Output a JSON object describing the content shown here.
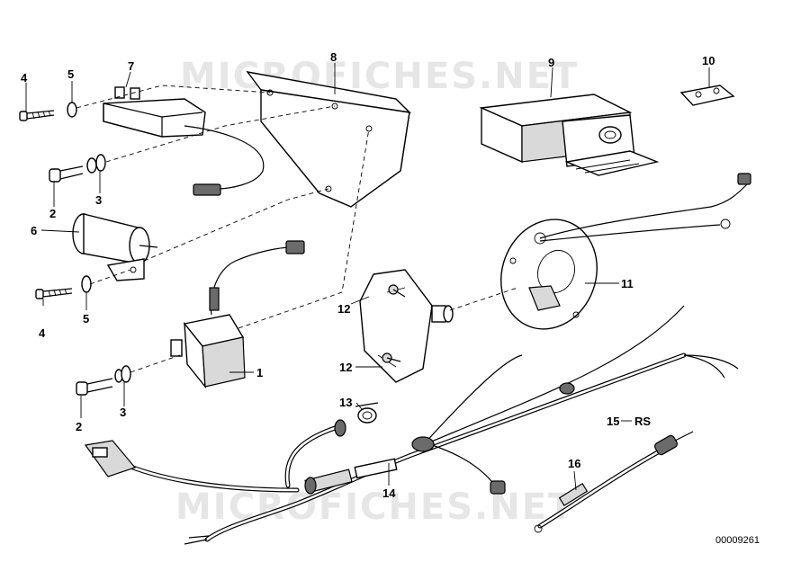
{
  "watermark": "MICROFICHES.NET",
  "ref_number": "00009261",
  "callouts": {
    "c1": "1",
    "c2a": "2",
    "c2b": "2",
    "c3a": "3",
    "c3b": "3",
    "c4a": "4",
    "c4b": "4",
    "c5a": "5",
    "c5b": "5",
    "c6": "6",
    "c7": "7",
    "c8": "8",
    "c9": "9",
    "c10": "10",
    "c11": "11",
    "c12a": "12",
    "c12b": "12",
    "c13": "13",
    "c14": "14",
    "c15": "15",
    "c15rs": "RS",
    "c16": "16"
  }
}
